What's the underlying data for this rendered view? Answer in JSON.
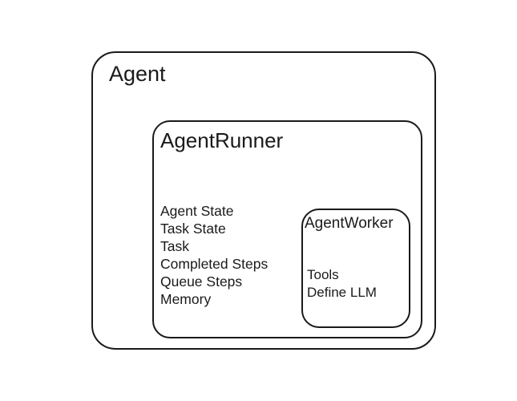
{
  "agent": {
    "title": "Agent"
  },
  "agent_runner": {
    "title": "AgentRunner",
    "items": [
      "Agent State",
      "Task State",
      "Task",
      "Completed Steps",
      "Queue Steps",
      "Memory"
    ]
  },
  "agent_worker": {
    "title": "AgentWorker",
    "items": [
      "Tools",
      "Define LLM"
    ]
  }
}
